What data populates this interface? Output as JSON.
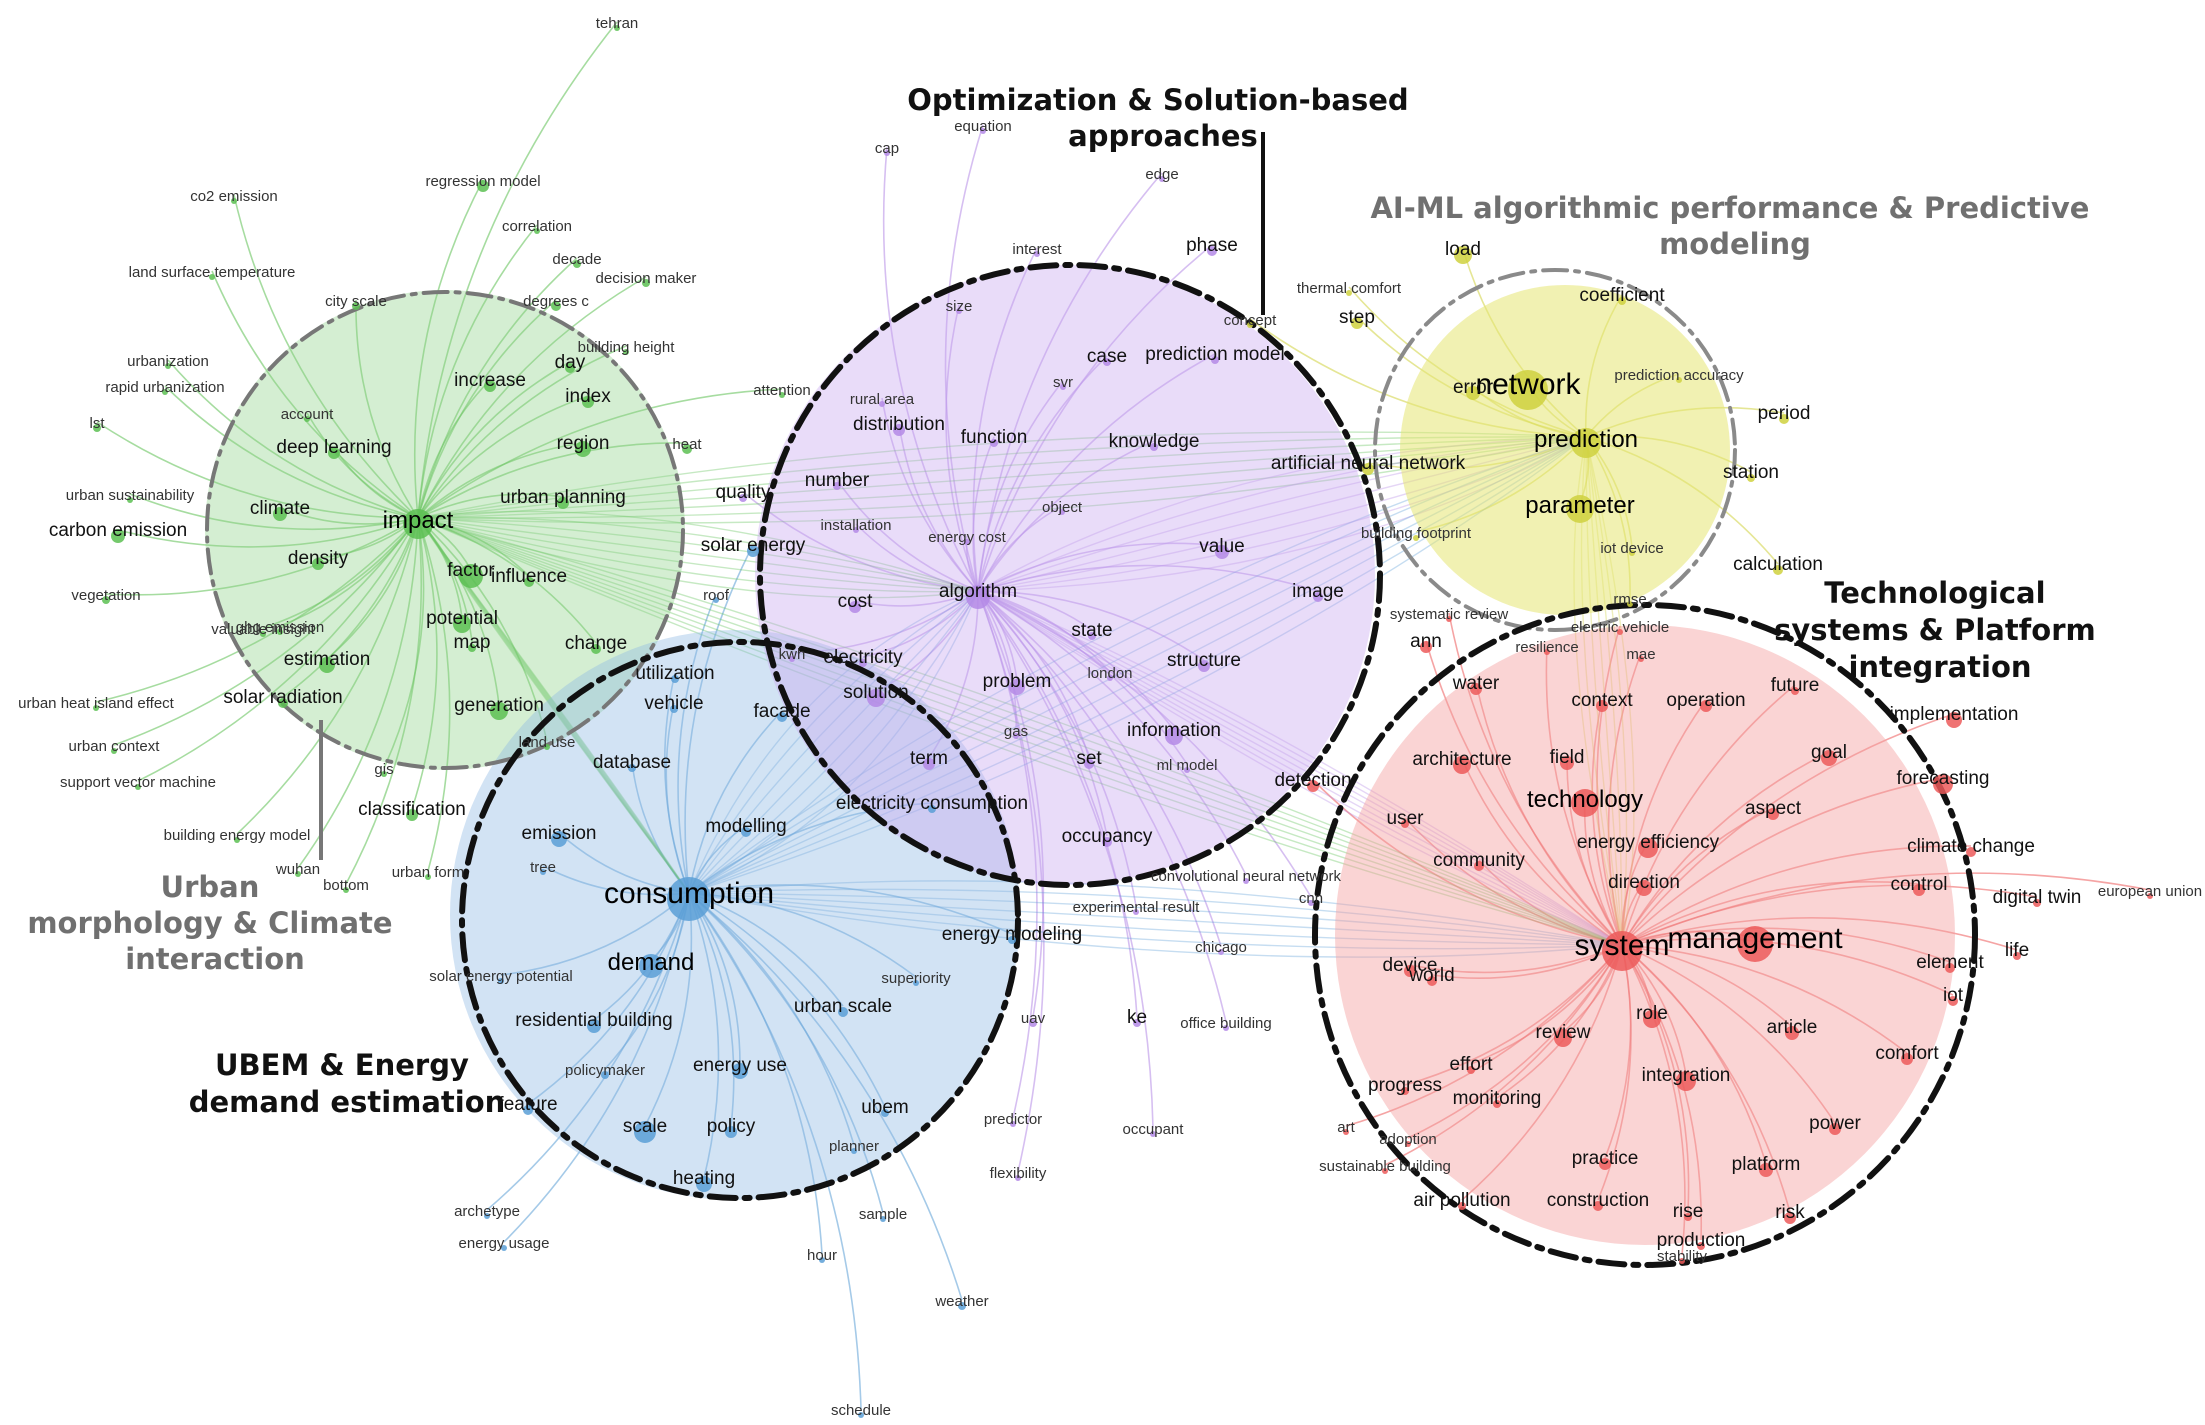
{
  "themes": {
    "optimization": [
      "Optimization & Solution-based",
      "approaches"
    ],
    "ai_ml": [
      "AI-ML algorithmic performance & Predictive",
      "modeling"
    ],
    "technological": [
      "Technological",
      "systems & Platform",
      "integration"
    ],
    "urban": [
      "Urban",
      "morphology & Climate",
      "interaction"
    ],
    "ubem": [
      "UBEM & Energy",
      "demand estimation"
    ]
  },
  "cluster_colors": {
    "green": "#5cbf52",
    "blue": "#5b9fd6",
    "purple": "#b48ae6",
    "yellow": "#cfd13e",
    "red": "#ec5a5a"
  },
  "keywords": {
    "green": [
      "tehran",
      "regression model",
      "co2 emission",
      "correlation",
      "land surface temperature",
      "decade",
      "decision maker",
      "city scale",
      "degrees c",
      "urbanization",
      "building height",
      "rapid urbanization",
      "day",
      "increase",
      "attention",
      "lst",
      "account",
      "index",
      "deep learning",
      "region",
      "heat",
      "urban sustainability",
      "climate",
      "impact",
      "urban planning",
      "carbon emission",
      "density",
      "factor",
      "influence",
      "vegetation",
      "ghg emission",
      "potential",
      "valuable insight",
      "map",
      "estimation",
      "change",
      "urban heat island effect",
      "solar radiation",
      "generation",
      "urban context",
      "land use",
      "support vector machine",
      "gis",
      "classification",
      "building energy model",
      "wuhan",
      "urban form",
      "bottom"
    ],
    "blue": [
      "solar energy",
      "roof",
      "utilization",
      "vehicle",
      "facade",
      "database",
      "emission",
      "tree",
      "modelling",
      "consumption",
      "demand",
      "solar energy potential",
      "residential building",
      "superiority",
      "urban scale",
      "policymaker",
      "energy use",
      "feature",
      "scale",
      "policy",
      "ubem",
      "heating",
      "planner",
      "archetype",
      "energy usage",
      "hour",
      "sample",
      "weather",
      "schedule",
      "energy modeling",
      "electricity consumption"
    ],
    "purple": [
      "equation",
      "cap",
      "edge",
      "interest",
      "phase",
      "size",
      "case",
      "prediction model",
      "svr",
      "rural area",
      "distribution",
      "function",
      "knowledge",
      "number",
      "object",
      "installation",
      "energy cost",
      "value",
      "quality",
      "algorithm",
      "cost",
      "state",
      "image",
      "electricity",
      "kwh",
      "solution",
      "problem",
      "london",
      "structure",
      "information",
      "gas",
      "term",
      "set",
      "ml model",
      "occupancy",
      "convolutional neural network",
      "experimental result",
      "chicago",
      "cnn",
      "uav",
      "ke",
      "office building",
      "predictor",
      "flexibility",
      "occupant"
    ],
    "yellow": [
      "load",
      "thermal comfort",
      "coefficient",
      "concept",
      "step",
      "network",
      "error",
      "prediction accuracy",
      "period",
      "prediction",
      "artificial neural network",
      "station",
      "parameter",
      "building footprint",
      "iot device",
      "calculation",
      "rmse"
    ],
    "red": [
      "systematic review",
      "electric vehicle",
      "ann",
      "resilience",
      "mae",
      "water",
      "future",
      "context",
      "operation",
      "implementation",
      "architecture",
      "field",
      "goal",
      "forecasting",
      "technology",
      "aspect",
      "user",
      "detection",
      "energy efficiency",
      "climate change",
      "community",
      "direction",
      "control",
      "digital twin",
      "european union",
      "system",
      "management",
      "device",
      "world",
      "element",
      "life",
      "iot",
      "role",
      "review",
      "article",
      "comfort",
      "integration",
      "effort",
      "progress",
      "monitoring",
      "power",
      "art",
      "adoption",
      "sustainable building",
      "practice",
      "platform",
      "air pollution",
      "construction",
      "rise",
      "risk",
      "production",
      "stability"
    ]
  }
}
